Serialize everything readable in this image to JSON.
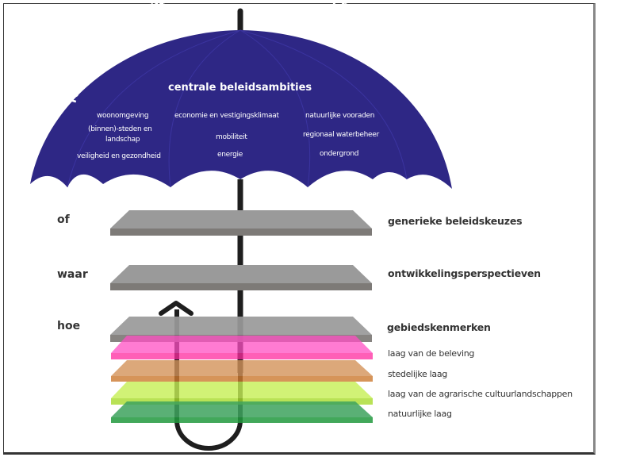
{
  "colors": {
    "canopy": "#2e2785",
    "shaft": "#1e1e1e",
    "plane_gray": "#8f8f8f",
    "layer_pink": "#ff3fbf",
    "layer_orange": "#d08a43",
    "layer_lime": "#bdea3a",
    "layer_green": "#2f9e4a"
  },
  "umbrella": {
    "arc_title": "rode draden: duurzaamheid, sociale kwaliteit en ruimtelijke kwaliteit",
    "center_title": "centrale beleidsambities",
    "columns": [
      [
        "woonomgeving",
        "(binnen)-steden en",
        "landschap",
        "veiligheid en gezondheid"
      ],
      [
        "economie en vestigingsklimaat",
        "mobiliteit",
        "energie"
      ],
      [
        "natuurlijke vooraden",
        "regionaal waterbeheer",
        "ondergrond"
      ]
    ]
  },
  "levels": {
    "left": [
      "of",
      "waar",
      "hoe"
    ],
    "right": [
      "generieke beleidskeuzes",
      "ontwikkelingsperspectieven",
      "gebiedskenmerken"
    ]
  },
  "layers": [
    "laag van de beleving",
    "stedelijke laag",
    "laag van de agrarische cultuurlandschappen",
    "natuurlijke laag"
  ]
}
